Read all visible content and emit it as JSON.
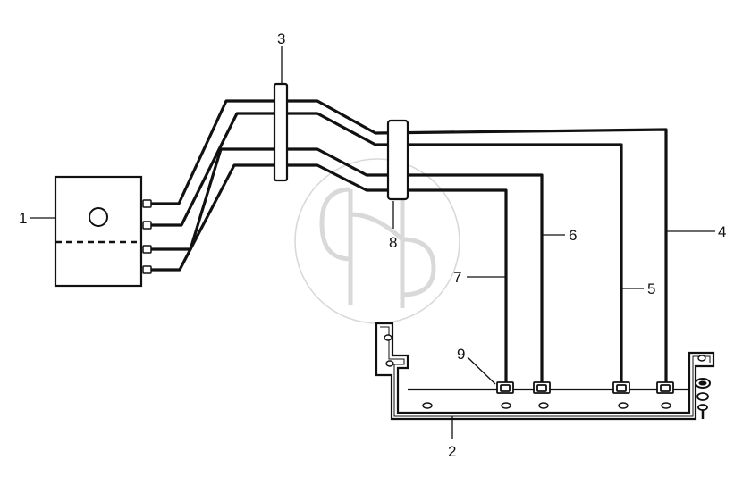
{
  "callouts": {
    "c1": "1",
    "c2": "2",
    "c3": "3",
    "c4": "4",
    "c5": "5",
    "c6": "6",
    "c7": "7",
    "c8": "8",
    "c9": "9"
  },
  "colors": {
    "line": "#111111",
    "watermark": "#d9d9d9",
    "background": "#ffffff"
  }
}
